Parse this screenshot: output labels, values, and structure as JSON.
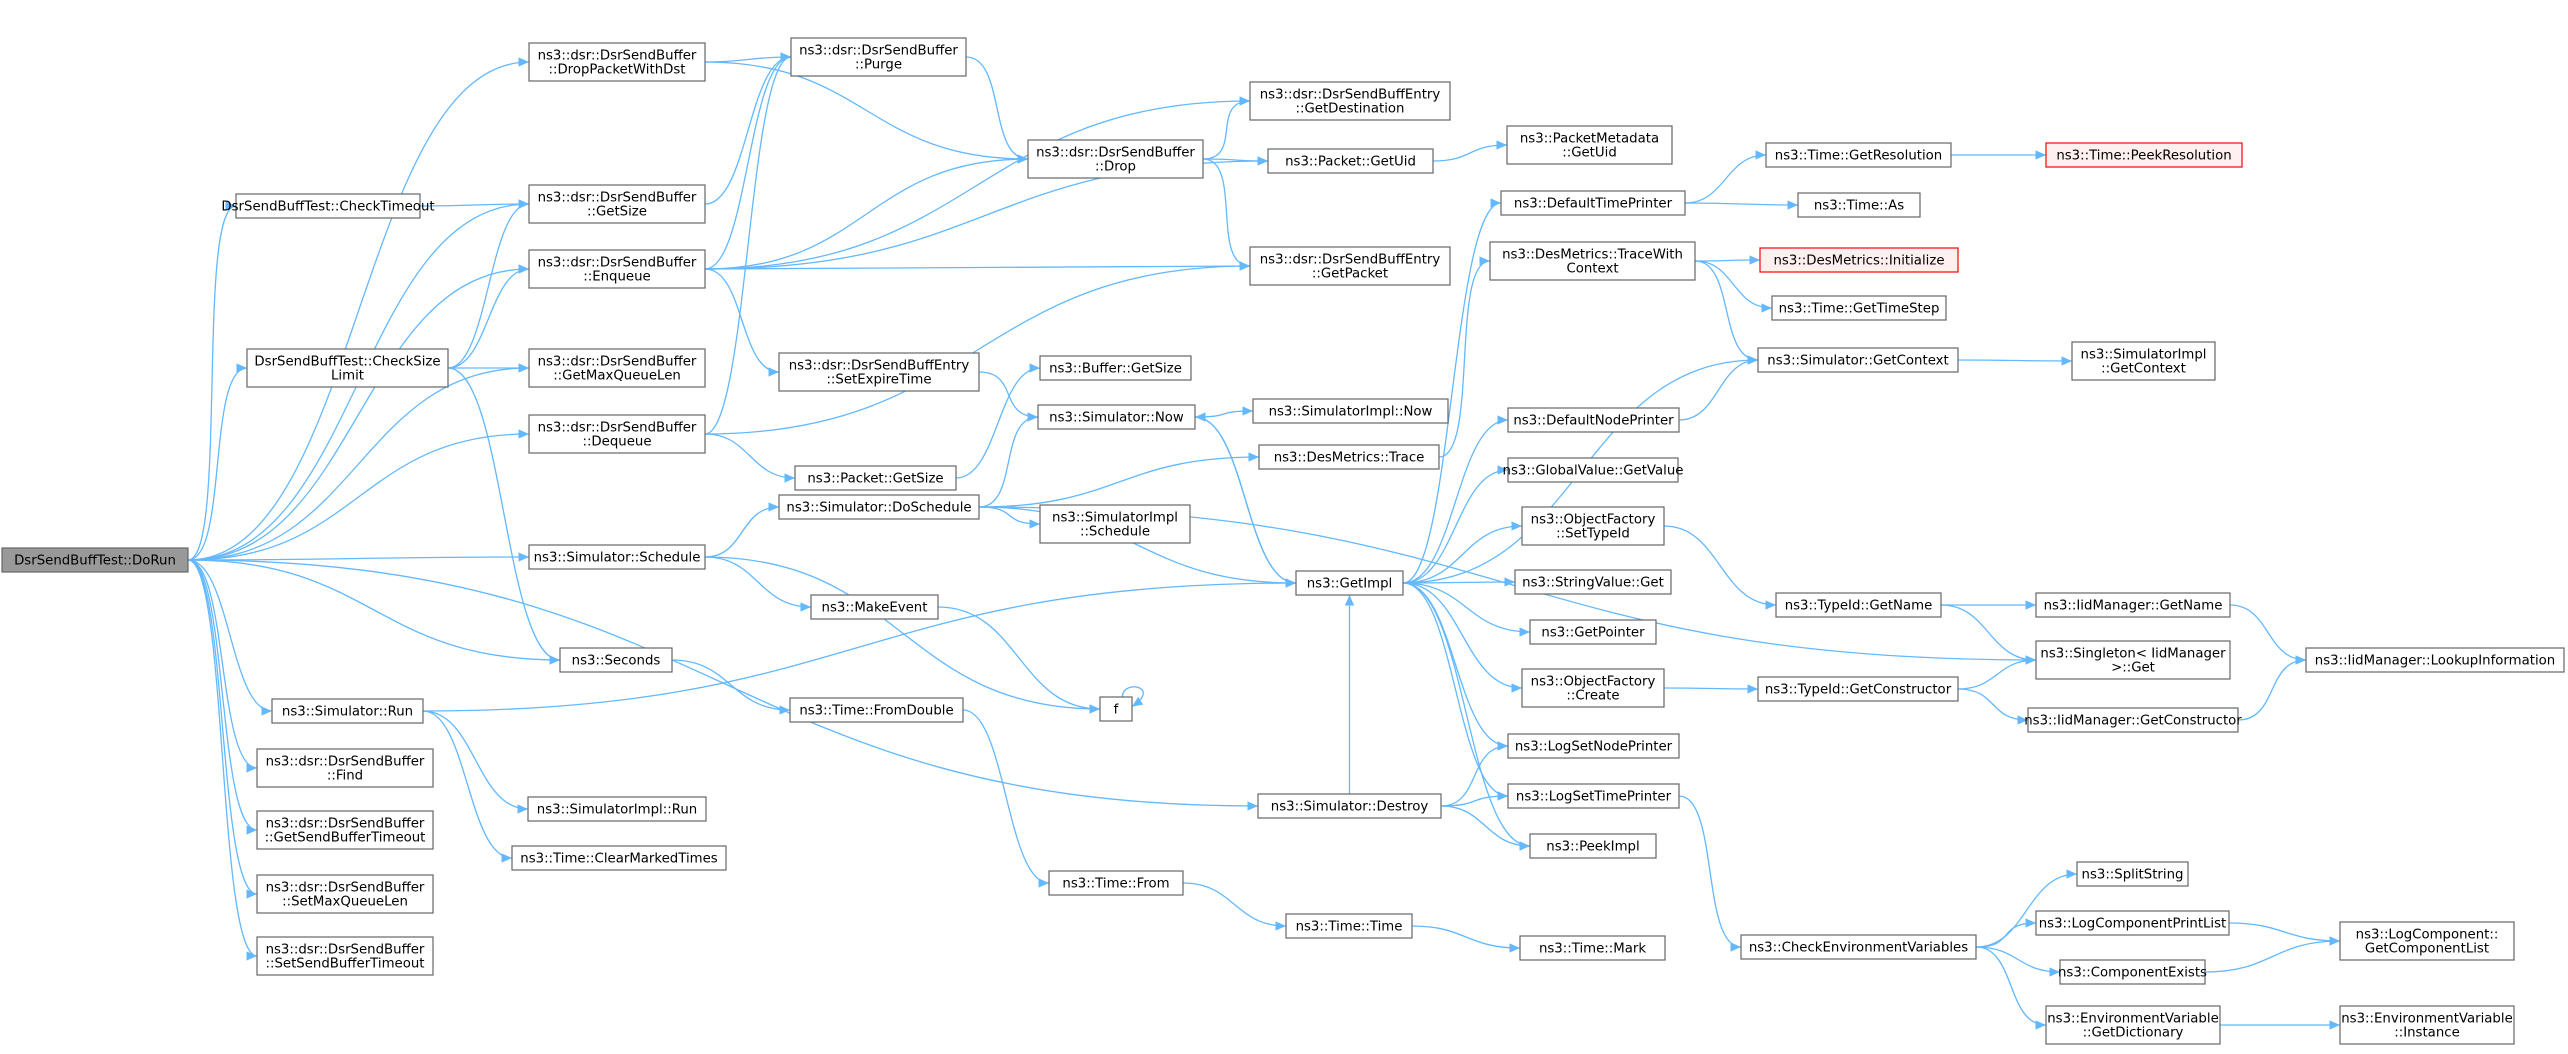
{
  "graph": {
    "edge_color": "#63b8ff",
    "node_border_color": "#666666",
    "root_fill_color": "#999999",
    "missing_border_color": "#ff0000",
    "nodes": [
      {
        "id": "run",
        "lines": [
          "DsrSendBuffTest::DoRun"
        ],
        "style": "root"
      },
      {
        "id": "chkto",
        "lines": [
          "DsrSendBuffTest::CheckTimeout"
        ]
      },
      {
        "id": "chksz",
        "lines": [
          "DsrSendBuffTest::CheckSize",
          "Limit"
        ]
      },
      {
        "id": "dropdst",
        "lines": [
          "ns3::dsr::DsrSendBuffer",
          "::DropPacketWithDst"
        ]
      },
      {
        "id": "getsize",
        "lines": [
          "ns3::dsr::DsrSendBuffer",
          "::GetSize"
        ]
      },
      {
        "id": "enq",
        "lines": [
          "ns3::dsr::DsrSendBuffer",
          "::Enqueue"
        ]
      },
      {
        "id": "getmaxql",
        "lines": [
          "ns3::dsr::DsrSendBuffer",
          "::GetMaxQueueLen"
        ]
      },
      {
        "id": "deq",
        "lines": [
          "ns3::dsr::DsrSendBuffer",
          "::Dequeue"
        ]
      },
      {
        "id": "schedule",
        "lines": [
          "ns3::Simulator::Schedule"
        ]
      },
      {
        "id": "seconds",
        "lines": [
          "ns3::Seconds"
        ]
      },
      {
        "id": "simrun",
        "lines": [
          "ns3::Simulator::Run"
        ]
      },
      {
        "id": "find",
        "lines": [
          "ns3::dsr::DsrSendBuffer",
          "::Find"
        ]
      },
      {
        "id": "getsbto",
        "lines": [
          "ns3::dsr::DsrSendBuffer",
          "::GetSendBufferTimeout"
        ]
      },
      {
        "id": "setmaxql",
        "lines": [
          "ns3::dsr::DsrSendBuffer",
          "::SetMaxQueueLen"
        ]
      },
      {
        "id": "setsbto",
        "lines": [
          "ns3::dsr::DsrSendBuffer",
          "::SetSendBufferTimeout"
        ]
      },
      {
        "id": "purge",
        "lines": [
          "ns3::dsr::DsrSendBuffer",
          "::Purge"
        ]
      },
      {
        "id": "setexp",
        "lines": [
          "ns3::dsr::DsrSendBuffEntry",
          "::SetExpireTime"
        ]
      },
      {
        "id": "pktgetsize",
        "lines": [
          "ns3::Packet::GetSize"
        ]
      },
      {
        "id": "dosched",
        "lines": [
          "ns3::Simulator::DoSchedule"
        ]
      },
      {
        "id": "makeev",
        "lines": [
          "ns3::MakeEvent"
        ]
      },
      {
        "id": "fromdbl",
        "lines": [
          "ns3::Time::FromDouble"
        ]
      },
      {
        "id": "implrun",
        "lines": [
          "ns3::SimulatorImpl::Run"
        ]
      },
      {
        "id": "clrmark",
        "lines": [
          "ns3::Time::ClearMarkedTimes"
        ]
      },
      {
        "id": "drop",
        "lines": [
          "ns3::dsr::DsrSendBuffer",
          "::Drop"
        ]
      },
      {
        "id": "bufsize",
        "lines": [
          "ns3::Buffer::GetSize"
        ]
      },
      {
        "id": "simnow",
        "lines": [
          "ns3::Simulator::Now"
        ]
      },
      {
        "id": "implsched",
        "lines": [
          "ns3::SimulatorImpl",
          "::Schedule"
        ]
      },
      {
        "id": "f",
        "lines": [
          "f"
        ]
      },
      {
        "id": "timefrom",
        "lines": [
          "ns3::Time::From"
        ]
      },
      {
        "id": "getdest",
        "lines": [
          "ns3::dsr::DsrSendBuffEntry",
          "::GetDestination"
        ]
      },
      {
        "id": "getuid",
        "lines": [
          "ns3::Packet::GetUid"
        ]
      },
      {
        "id": "getpkt",
        "lines": [
          "ns3::dsr::DsrSendBuffEntry",
          "::GetPacket"
        ]
      },
      {
        "id": "implnow",
        "lines": [
          "ns3::SimulatorImpl::Now"
        ]
      },
      {
        "id": "dmtrace",
        "lines": [
          "ns3::DesMetrics::Trace"
        ]
      },
      {
        "id": "getimpl",
        "lines": [
          "ns3::GetImpl"
        ]
      },
      {
        "id": "simdestroy",
        "lines": [
          "ns3::Simulator::Destroy"
        ]
      },
      {
        "id": "timetime",
        "lines": [
          "ns3::Time::Time"
        ]
      },
      {
        "id": "pmguid",
        "lines": [
          "ns3::PacketMetadata",
          "::GetUid"
        ]
      },
      {
        "id": "deftp",
        "lines": [
          "ns3::DefaultTimePrinter"
        ]
      },
      {
        "id": "dmtwc",
        "lines": [
          "ns3::DesMetrics::TraceWith",
          "Context"
        ]
      },
      {
        "id": "defnp",
        "lines": [
          "ns3::DefaultNodePrinter"
        ]
      },
      {
        "id": "gvget",
        "lines": [
          "ns3::GlobalValue::GetValue"
        ]
      },
      {
        "id": "ofsettid",
        "lines": [
          "ns3::ObjectFactory",
          "::SetTypeId"
        ]
      },
      {
        "id": "svget",
        "lines": [
          "ns3::StringValue::Get"
        ]
      },
      {
        "id": "getptr",
        "lines": [
          "ns3::GetPointer"
        ]
      },
      {
        "id": "ofcreate",
        "lines": [
          "ns3::ObjectFactory",
          "::Create"
        ]
      },
      {
        "id": "lsnp",
        "lines": [
          "ns3::LogSetNodePrinter"
        ]
      },
      {
        "id": "lstp",
        "lines": [
          "ns3::LogSetTimePrinter"
        ]
      },
      {
        "id": "peekimpl",
        "lines": [
          "ns3::PeekImpl"
        ]
      },
      {
        "id": "timemark",
        "lines": [
          "ns3::Time::Mark"
        ]
      },
      {
        "id": "getres",
        "lines": [
          "ns3::Time::GetResolution"
        ]
      },
      {
        "id": "timeas",
        "lines": [
          "ns3::Time::As"
        ]
      },
      {
        "id": "dminit",
        "lines": [
          "ns3::DesMetrics::Initialize"
        ],
        "style": "red"
      },
      {
        "id": "gettstep",
        "lines": [
          "ns3::Time::GetTimeStep"
        ]
      },
      {
        "id": "simgetctx",
        "lines": [
          "ns3::Simulator::GetContext"
        ]
      },
      {
        "id": "tidgetname",
        "lines": [
          "ns3::TypeId::GetName"
        ]
      },
      {
        "id": "tidgetctor",
        "lines": [
          "ns3::TypeId::GetConstructor"
        ]
      },
      {
        "id": "chkenv",
        "lines": [
          "ns3::CheckEnvironmentVariables"
        ]
      },
      {
        "id": "peekres",
        "lines": [
          "ns3::Time::PeekResolution"
        ],
        "style": "red"
      },
      {
        "id": "implgetctx",
        "lines": [
          "ns3::SimulatorImpl",
          "::GetContext"
        ]
      },
      {
        "id": "iidgetname",
        "lines": [
          "ns3::IidManager::GetName"
        ]
      },
      {
        "id": "singleton",
        "lines": [
          "ns3::Singleton< IidManager",
          ">::Get"
        ]
      },
      {
        "id": "iidgetctor",
        "lines": [
          "ns3::IidManager::GetConstructor"
        ]
      },
      {
        "id": "splitstr",
        "lines": [
          "ns3::SplitString"
        ]
      },
      {
        "id": "lcpl",
        "lines": [
          "ns3::LogComponentPrintList"
        ]
      },
      {
        "id": "compex",
        "lines": [
          "ns3::ComponentExists"
        ]
      },
      {
        "id": "envdict",
        "lines": [
          "ns3::EnvironmentVariable",
          "::GetDictionary"
        ]
      },
      {
        "id": "iidlookup",
        "lines": [
          "ns3::IidManager::LookupInformation"
        ]
      },
      {
        "id": "lcgcl",
        "lines": [
          "ns3::LogComponent::",
          "GetComponentList"
        ]
      },
      {
        "id": "envinst",
        "lines": [
          "ns3::EnvironmentVariable",
          "::Instance"
        ]
      }
    ],
    "edges": [
      [
        "run",
        "dropdst"
      ],
      [
        "run",
        "chkto"
      ],
      [
        "run",
        "getsize"
      ],
      [
        "run",
        "enq"
      ],
      [
        "run",
        "chksz"
      ],
      [
        "run",
        "getmaxql"
      ],
      [
        "run",
        "deq"
      ],
      [
        "run",
        "schedule"
      ],
      [
        "run",
        "seconds"
      ],
      [
        "run",
        "simrun"
      ],
      [
        "run",
        "find"
      ],
      [
        "run",
        "getsbto"
      ],
      [
        "run",
        "setmaxql"
      ],
      [
        "run",
        "setsbto"
      ],
      [
        "run",
        "simdestroy"
      ],
      [
        "chkto",
        "getsize"
      ],
      [
        "chksz",
        "getsize"
      ],
      [
        "chksz",
        "enq"
      ],
      [
        "chksz",
        "getmaxql"
      ],
      [
        "chksz",
        "seconds"
      ],
      [
        "dropdst",
        "purge"
      ],
      [
        "dropdst",
        "drop"
      ],
      [
        "getsize",
        "purge"
      ],
      [
        "enq",
        "purge"
      ],
      [
        "enq",
        "drop"
      ],
      [
        "enq",
        "getdest"
      ],
      [
        "enq",
        "getuid"
      ],
      [
        "enq",
        "getpkt"
      ],
      [
        "enq",
        "setexp"
      ],
      [
        "deq",
        "purge"
      ],
      [
        "deq",
        "getpkt"
      ],
      [
        "deq",
        "pktgetsize"
      ],
      [
        "purge",
        "drop"
      ],
      [
        "drop",
        "getdest"
      ],
      [
        "drop",
        "getuid"
      ],
      [
        "drop",
        "getpkt"
      ],
      [
        "setexp",
        "simnow"
      ],
      [
        "pktgetsize",
        "bufsize"
      ],
      [
        "schedule",
        "dosched"
      ],
      [
        "schedule",
        "makeev"
      ],
      [
        "schedule",
        "f"
      ],
      [
        "dosched",
        "simnow"
      ],
      [
        "dosched",
        "implsched"
      ],
      [
        "dosched",
        "dmtrace"
      ],
      [
        "dosched",
        "getimpl"
      ],
      [
        "dosched",
        "singleton"
      ],
      [
        "makeev",
        "f"
      ],
      [
        "f",
        "f"
      ],
      [
        "seconds",
        "fromdbl"
      ],
      [
        "fromdbl",
        "timefrom"
      ],
      [
        "simrun",
        "getimpl"
      ],
      [
        "simrun",
        "implrun"
      ],
      [
        "simrun",
        "clrmark"
      ],
      [
        "simnow",
        "implnow"
      ],
      [
        "simnow",
        "getimpl"
      ],
      [
        "getuid",
        "pmguid"
      ],
      [
        "dmtrace",
        "dmtwc"
      ],
      [
        "timefrom",
        "timetime"
      ],
      [
        "timetime",
        "timemark"
      ],
      [
        "simdestroy",
        "getimpl"
      ],
      [
        "simdestroy",
        "lsnp"
      ],
      [
        "simdestroy",
        "lstp"
      ],
      [
        "simdestroy",
        "peekimpl"
      ],
      [
        "getimpl",
        "deftp"
      ],
      [
        "getimpl",
        "simnow"
      ],
      [
        "getimpl",
        "simgetctx"
      ],
      [
        "getimpl",
        "defnp"
      ],
      [
        "getimpl",
        "gvget"
      ],
      [
        "getimpl",
        "ofsettid"
      ],
      [
        "getimpl",
        "svget"
      ],
      [
        "getimpl",
        "getptr"
      ],
      [
        "getimpl",
        "ofcreate"
      ],
      [
        "getimpl",
        "lsnp"
      ],
      [
        "getimpl",
        "lstp"
      ],
      [
        "getimpl",
        "peekimpl"
      ],
      [
        "deftp",
        "getres"
      ],
      [
        "deftp",
        "timeas"
      ],
      [
        "getres",
        "peekres"
      ],
      [
        "dmtwc",
        "dminit"
      ],
      [
        "dmtwc",
        "gettstep"
      ],
      [
        "dmtwc",
        "simgetctx"
      ],
      [
        "simgetctx",
        "implgetctx"
      ],
      [
        "defnp",
        "simgetctx"
      ],
      [
        "ofsettid",
        "tidgetname"
      ],
      [
        "tidgetname",
        "iidgetname"
      ],
      [
        "tidgetname",
        "singleton"
      ],
      [
        "iidgetname",
        "iidlookup"
      ],
      [
        "ofcreate",
        "tidgetctor"
      ],
      [
        "tidgetctor",
        "singleton"
      ],
      [
        "tidgetctor",
        "iidgetctor"
      ],
      [
        "iidgetctor",
        "iidlookup"
      ],
      [
        "lstp",
        "chkenv"
      ],
      [
        "chkenv",
        "splitstr"
      ],
      [
        "chkenv",
        "lcpl"
      ],
      [
        "chkenv",
        "compex"
      ],
      [
        "chkenv",
        "envdict"
      ],
      [
        "lcpl",
        "lcgcl"
      ],
      [
        "compex",
        "lcgcl"
      ],
      [
        "envdict",
        "envinst"
      ]
    ]
  }
}
